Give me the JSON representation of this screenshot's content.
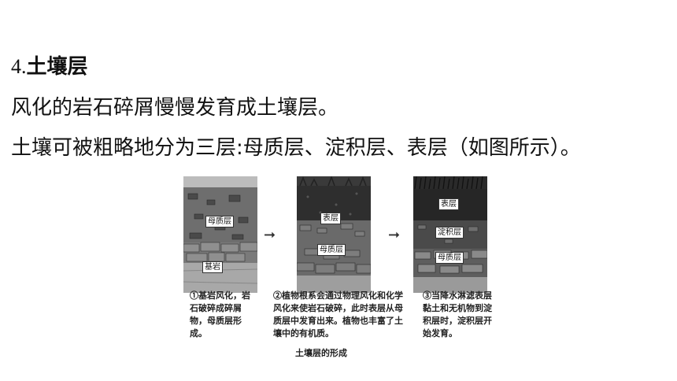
{
  "section": {
    "number": "4.",
    "title": "土壤层"
  },
  "paragraphs": [
    "风化的岩石碎屑慢慢发育成土壤层。",
    "土壤可被粗略地分为三层:母质层、淀积层、表层（如图所示）。"
  ],
  "figure": {
    "stage1": {
      "labels": [
        "母质层",
        "基岩"
      ],
      "caption": "①基岩风化，岩石破碎成碎屑物，母质层形成。"
    },
    "stage2": {
      "labels": [
        "表层",
        "母质层"
      ],
      "caption": "②植物根系会通过物理风化和化学风化来使岩石破碎，此时表层从母质层中发育出来。植物也丰富了土壤中的有机质。"
    },
    "stage3": {
      "labels": [
        "表层",
        "淀积层",
        "母质层"
      ],
      "caption": "③当降水淋滤表层黏土和无机物到淀积层时，淀积层开始发育。"
    },
    "title": "土壤层的形成"
  }
}
